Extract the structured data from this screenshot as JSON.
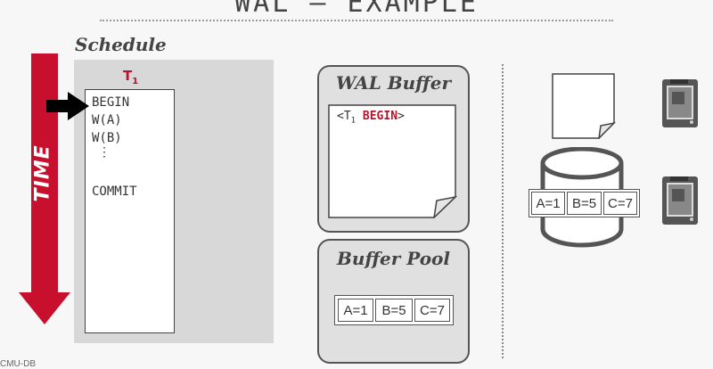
{
  "slide": {
    "title": "WAL – EXAMPLE",
    "footer": "CMU-DB"
  },
  "schedule": {
    "label": "Schedule",
    "time_label": "TIME",
    "transaction": {
      "name": "T",
      "subscript": "1"
    },
    "operations": [
      "BEGIN",
      "W(A)",
      "W(B)",
      "⋮",
      "COMMIT"
    ],
    "current_operation_index": 0
  },
  "wal_buffer": {
    "title": "WAL Buffer",
    "entries": [
      {
        "txn": "T",
        "txn_sub": "1",
        "action": "BEGIN"
      }
    ]
  },
  "buffer_pool": {
    "title": "Buffer Pool",
    "cells": [
      "A=1",
      "B=5",
      "C=7"
    ]
  },
  "disk": {
    "database_cells": [
      "A=1",
      "B=5",
      "C=7"
    ]
  },
  "colors": {
    "accent_red": "#b0162c",
    "time_arrow": "#c8102e"
  }
}
